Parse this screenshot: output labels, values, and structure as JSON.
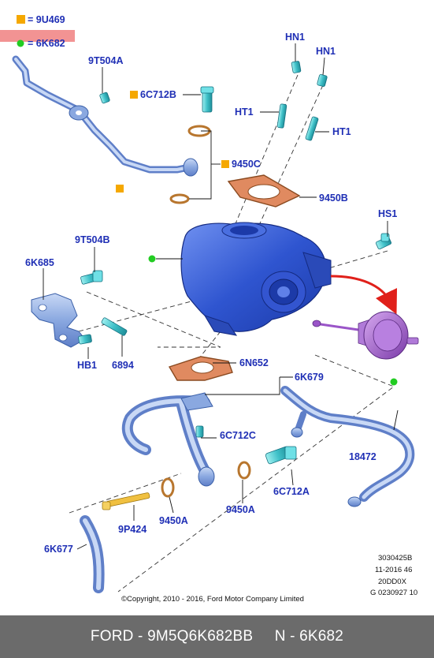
{
  "legend": [
    {
      "text": "= 9U469",
      "color": "#f5a800"
    },
    {
      "text": "= 6K682",
      "color": "#22cc22",
      "highlight": "#f08080"
    }
  ],
  "labels": {
    "hn1_a": "HN1",
    "hn1_b": "HN1",
    "ht1_a": "HT1",
    "ht1_b": "HT1",
    "p9t504a": "9T504A",
    "p6c712b": "6C712B",
    "p9450c": "9450C",
    "p9450b": "9450B",
    "hs1": "HS1",
    "p9t504b": "9T504B",
    "p6k685": "6K685",
    "hb1": "HB1",
    "p6894": "6894",
    "p6n652": "6N652",
    "p6k679": "6K679",
    "p6c712c": "6C712C",
    "p18472": "18472",
    "p6c712a": "6C712A",
    "p9450a_a": "9450A",
    "p9450a_b": "9450A",
    "p9p424": "9P424",
    "p6k677": "6K677"
  },
  "info_block": [
    "3030425B",
    "11-2016 46",
    "20DD0X",
    "G 0230927 10"
  ],
  "copyright": "©Copyright, 2010 - 2016, Ford Motor Company Limited",
  "footer": {
    "brand": "FORD",
    "part_number": "9M5Q6K682BB",
    "ref": "N - 6K682"
  },
  "colors": {
    "label_blue": "#1f2fb5",
    "turbo_blue": "#3a5fd8",
    "pipe_blue": "#8aa8e0",
    "teal_fastener": "#3fc0c8",
    "gasket_copper": "#b8762e",
    "actuator_purple": "#9a55c8",
    "arrow_red": "#e0201a",
    "footer_bg": "#6b6b6b"
  }
}
